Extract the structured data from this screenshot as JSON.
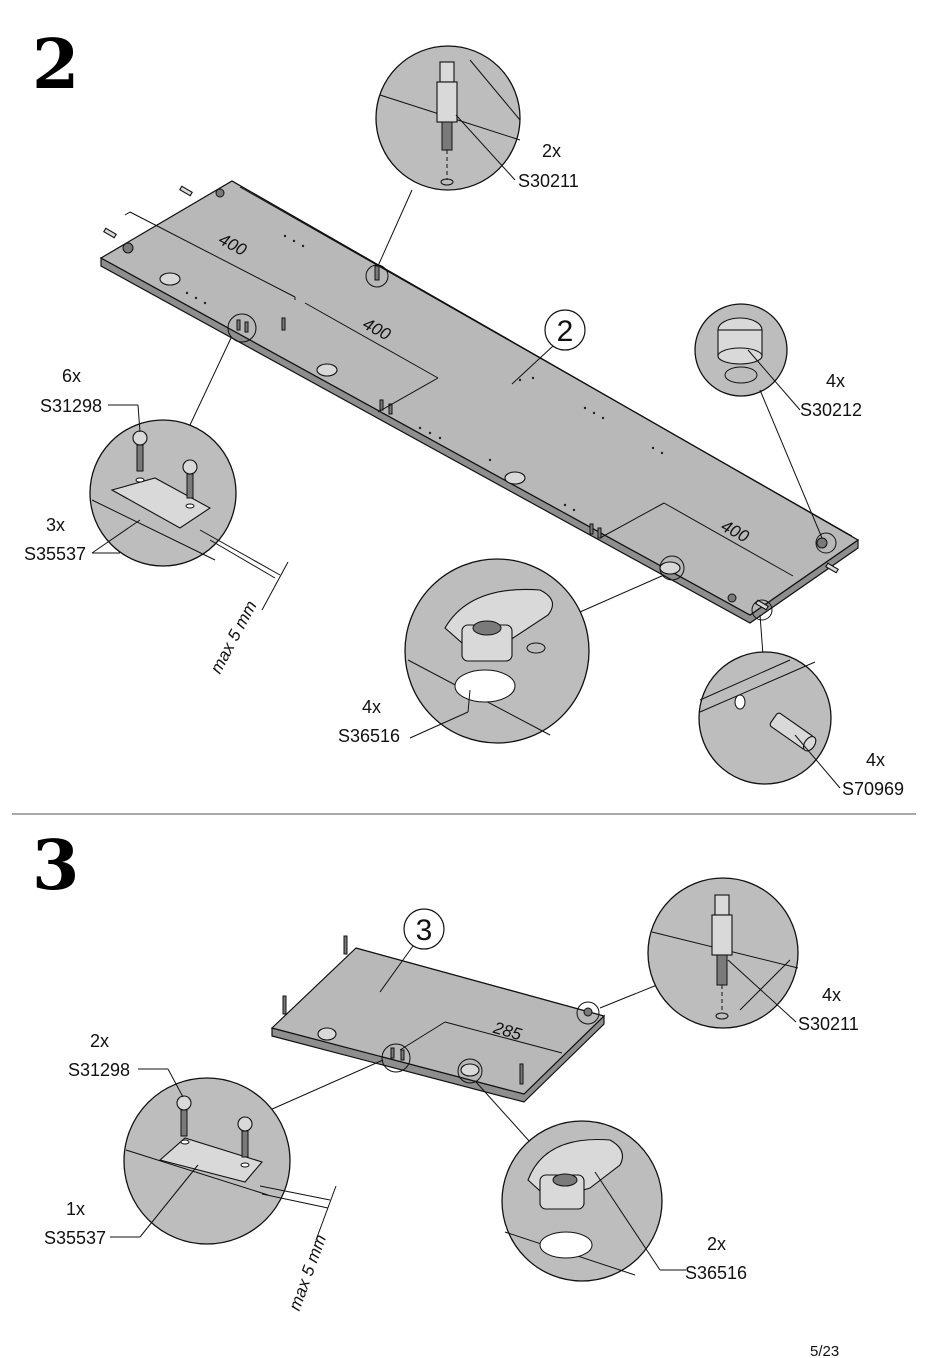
{
  "page_number": "5/23",
  "colors": {
    "panel": "#b8b8b8",
    "panel_edge": "#8e8e8e",
    "line": "#111111",
    "background": "#ffffff"
  },
  "step2": {
    "step_number": "2",
    "panel_label": "2",
    "dimensions": [
      "400",
      "400",
      "400"
    ],
    "max_gap": "max 5 mm",
    "callouts": {
      "screw_s31298": {
        "qty": "6x",
        "part": "S31298"
      },
      "plate_s35537": {
        "qty": "3x",
        "part": "S35537"
      },
      "bolt_s30211": {
        "qty": "2x",
        "part": "S30211"
      },
      "cam_s30212": {
        "qty": "4x",
        "part": "S30212"
      },
      "cam_s36516": {
        "qty": "4x",
        "part": "S36516"
      },
      "dowel_s70969": {
        "qty": "4x",
        "part": "S70969"
      }
    }
  },
  "step3": {
    "step_number": "3",
    "panel_label": "3",
    "dimensions": [
      "285"
    ],
    "max_gap": "max 5 mm",
    "callouts": {
      "screw_s31298": {
        "qty": "2x",
        "part": "S31298"
      },
      "plate_s35537": {
        "qty": "1x",
        "part": "S35537"
      },
      "bolt_s30211": {
        "qty": "4x",
        "part": "S30211"
      },
      "cam_s36516": {
        "qty": "2x",
        "part": "S36516"
      }
    }
  }
}
